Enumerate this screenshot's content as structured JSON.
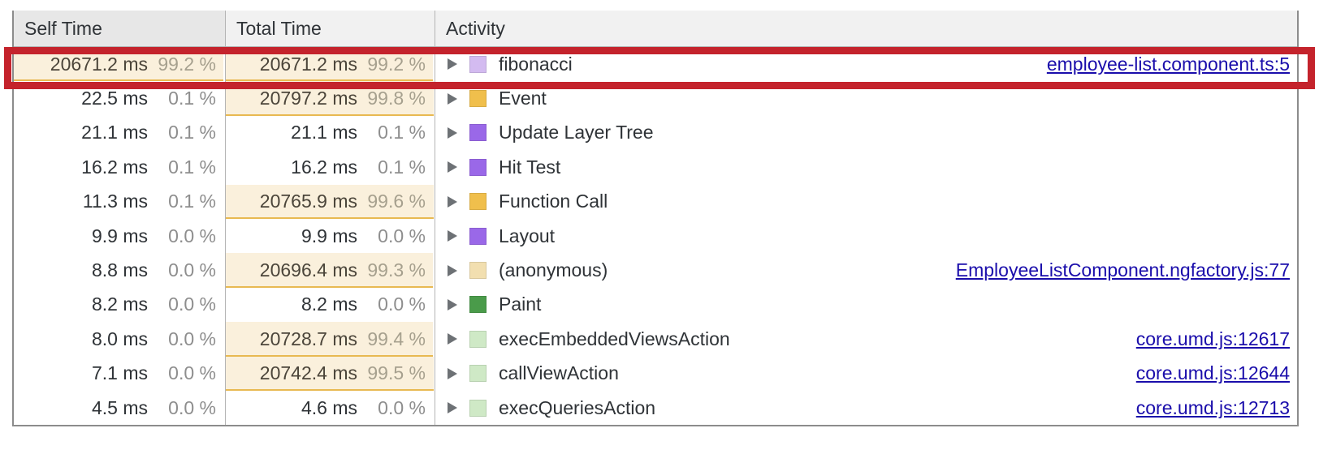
{
  "panel": {
    "name": "performance-bottom-up-tree"
  },
  "columns": {
    "self_time": "Self Time",
    "total_time": "Total Time",
    "activity": "Activity"
  },
  "colors": {
    "annotation": "#c4232c",
    "bar_fill": "#faf0dc",
    "bar_underline": "#e8b951",
    "link": "#1a0dab",
    "header_bg": "#e7e7e7",
    "text": "#2f3337",
    "muted_text": "#8e8e8e"
  },
  "annotation": {
    "type": "red-rectangle-highlight",
    "target_row_index": 0,
    "target_row_label": "fibonacci"
  },
  "rows": [
    {
      "self_ms": "20671.2 ms",
      "self_pct": "99.2 %",
      "self_highlight": true,
      "self_bar_pct": 99.2,
      "total_ms": "20671.2 ms",
      "total_pct": "99.2 %",
      "total_highlight": true,
      "total_bar_pct": 99.2,
      "expander": "disclosure-triangle-collapsed",
      "swatch_color": "#d3bbf0",
      "activity": "fibonacci",
      "link": "employee-list.component.ts:5"
    },
    {
      "self_ms": "22.5 ms",
      "self_pct": "0.1 %",
      "self_highlight": false,
      "self_bar_pct": 0.1,
      "total_ms": "20797.2 ms",
      "total_pct": "99.8 %",
      "total_highlight": true,
      "total_bar_pct": 99.8,
      "expander": "disclosure-triangle-collapsed",
      "swatch_color": "#f0bf4c",
      "activity": "Event",
      "link": ""
    },
    {
      "self_ms": "21.1 ms",
      "self_pct": "0.1 %",
      "self_highlight": false,
      "self_bar_pct": 0.1,
      "total_ms": "21.1 ms",
      "total_pct": "0.1 %",
      "total_highlight": false,
      "total_bar_pct": 0.1,
      "expander": "disclosure-triangle-collapsed",
      "swatch_color": "#9a68e8",
      "activity": "Update Layer Tree",
      "link": ""
    },
    {
      "self_ms": "16.2 ms",
      "self_pct": "0.1 %",
      "self_highlight": false,
      "self_bar_pct": 0.1,
      "total_ms": "16.2 ms",
      "total_pct": "0.1 %",
      "total_highlight": false,
      "total_bar_pct": 0.1,
      "expander": "disclosure-triangle-collapsed",
      "swatch_color": "#9a68e8",
      "activity": "Hit Test",
      "link": ""
    },
    {
      "self_ms": "11.3 ms",
      "self_pct": "0.1 %",
      "self_highlight": false,
      "self_bar_pct": 0.1,
      "total_ms": "20765.9 ms",
      "total_pct": "99.6 %",
      "total_highlight": true,
      "total_bar_pct": 99.6,
      "expander": "disclosure-triangle-collapsed",
      "swatch_color": "#f0bf4c",
      "activity": "Function Call",
      "link": ""
    },
    {
      "self_ms": "9.9 ms",
      "self_pct": "0.0 %",
      "self_highlight": false,
      "self_bar_pct": 0.0,
      "total_ms": "9.9 ms",
      "total_pct": "0.0 %",
      "total_highlight": false,
      "total_bar_pct": 0.0,
      "expander": "disclosure-triangle-collapsed",
      "swatch_color": "#9a68e8",
      "activity": "Layout",
      "link": ""
    },
    {
      "self_ms": "8.8 ms",
      "self_pct": "0.0 %",
      "self_highlight": false,
      "self_bar_pct": 0.0,
      "total_ms": "20696.4 ms",
      "total_pct": "99.3 %",
      "total_highlight": true,
      "total_bar_pct": 99.3,
      "expander": "disclosure-triangle-collapsed",
      "swatch_color": "#f2dfb0",
      "activity": "(anonymous)",
      "link": "EmployeeListComponent.ngfactory.js:77"
    },
    {
      "self_ms": "8.2 ms",
      "self_pct": "0.0 %",
      "self_highlight": false,
      "self_bar_pct": 0.0,
      "total_ms": "8.2 ms",
      "total_pct": "0.0 %",
      "total_highlight": false,
      "total_bar_pct": 0.0,
      "expander": "disclosure-triangle-collapsed",
      "swatch_color": "#4a9b4a",
      "activity": "Paint",
      "link": ""
    },
    {
      "self_ms": "8.0 ms",
      "self_pct": "0.0 %",
      "self_highlight": false,
      "self_bar_pct": 0.0,
      "total_ms": "20728.7 ms",
      "total_pct": "99.4 %",
      "total_highlight": true,
      "total_bar_pct": 99.4,
      "expander": "disclosure-triangle-collapsed",
      "swatch_color": "#cfe9c6",
      "activity": "execEmbeddedViewsAction",
      "link": "core.umd.js:12617"
    },
    {
      "self_ms": "7.1 ms",
      "self_pct": "0.0 %",
      "self_highlight": false,
      "self_bar_pct": 0.0,
      "total_ms": "20742.4 ms",
      "total_pct": "99.5 %",
      "total_highlight": true,
      "total_bar_pct": 99.5,
      "expander": "disclosure-triangle-collapsed",
      "swatch_color": "#cfe9c6",
      "activity": "callViewAction",
      "link": "core.umd.js:12644"
    },
    {
      "self_ms": "4.5 ms",
      "self_pct": "0.0 %",
      "self_highlight": false,
      "self_bar_pct": 0.0,
      "total_ms": "4.6 ms",
      "total_pct": "0.0 %",
      "total_highlight": false,
      "total_bar_pct": 0.0,
      "expander": "disclosure-triangle-collapsed",
      "swatch_color": "#cfe9c6",
      "activity": "execQueriesAction",
      "link": "core.umd.js:12713"
    }
  ]
}
